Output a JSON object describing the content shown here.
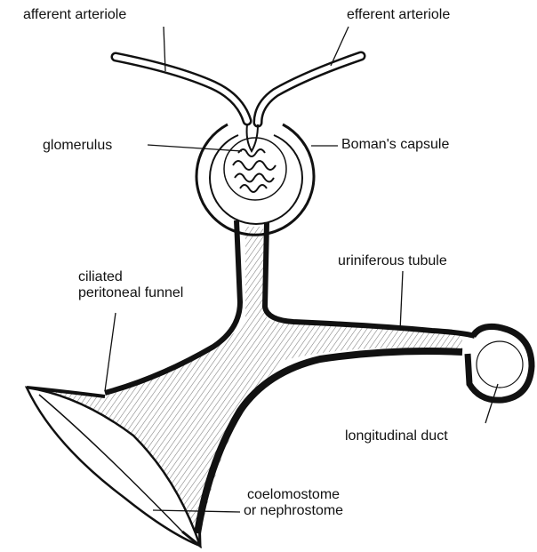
{
  "labels": {
    "afferent_arteriole": "afferent arteriole",
    "efferent_arteriole": "efferent arteriole",
    "glomerulus": "glomerulus",
    "bomans_capsule": "Boman's capsule",
    "uriniferous_tubule": "uriniferous tubule",
    "ciliated_funnel_line1": "ciliated",
    "ciliated_funnel_line2": "peritoneal funnel",
    "longitudinal_duct": "longitudinal duct",
    "coelomostome_line1": "coelomostome",
    "coelomostome_line2": "or nephrostome"
  },
  "colors": {
    "ink": "#111111",
    "background": "#ffffff"
  }
}
